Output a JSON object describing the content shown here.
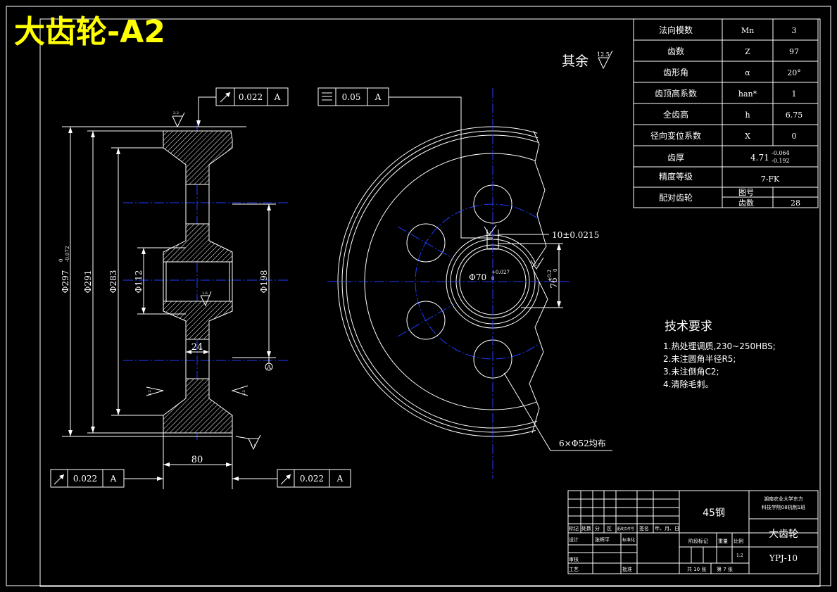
{
  "title": "大齿轮-A2",
  "colors": {
    "background": "#000000",
    "line": "#ffffff",
    "center_line": "#1f3cff",
    "title": "#ffff00"
  },
  "surface_finish_other": {
    "label": "其余",
    "value": "12.5"
  },
  "gear_params": [
    {
      "name": "法向模数",
      "symbol": "Mn",
      "value": "3"
    },
    {
      "name": "齿数",
      "symbol": "Z",
      "value": "97"
    },
    {
      "name": "齿形角",
      "symbol": "α",
      "value": "20°"
    },
    {
      "name": "齿顶高系数",
      "symbol": "han*",
      "value": "1"
    },
    {
      "name": "全齿高",
      "symbol": "h",
      "value": "6.75"
    },
    {
      "name": "径向变位系数",
      "symbol": "X",
      "value": "0"
    }
  ],
  "tooth_thickness": {
    "name": "齿厚",
    "value": "4.71",
    "upper": "-0.064",
    "lower": "-0.192"
  },
  "precision": {
    "name": "精度等级",
    "value": "7-FK"
  },
  "mating": {
    "name": "配对齿轮",
    "rows": [
      {
        "label": "图号",
        "value": ""
      },
      {
        "label": "齿数",
        "value": "28"
      }
    ]
  },
  "tolerances": {
    "runout_top": {
      "value": "0.022",
      "datum": "A"
    },
    "parallel": {
      "value": "0.05",
      "datum": "A"
    },
    "runout_left": {
      "value": "0.022",
      "datum": "A"
    },
    "runout_right": {
      "value": "0.022",
      "datum": "A"
    }
  },
  "side_dims": {
    "d297": "Φ297",
    "d297_upper": "0",
    "d297_lower": "-0.072",
    "d291": "Φ291",
    "d283": "Φ283",
    "d112": "Φ112",
    "d198": "Φ198",
    "web": "24",
    "width": "80",
    "datum": "A",
    "rough_top": "3.2",
    "rough_bore": "1.6",
    "rough_left": "3.2",
    "rough_right": "3.2",
    "rough_bottom": "1.6"
  },
  "front_dims": {
    "keyway": "10±0.0215",
    "bore": "Φ70",
    "bore_upper": "+0.027",
    "bore_lower": "0",
    "keydepth": "76",
    "keydepth_tol": "+0.2",
    "keydepth_tol_lower": "0",
    "holes": "6×Φ52均布",
    "rough_key": "3.2"
  },
  "tech_req": {
    "heading": "技术要求",
    "items": [
      "1.热处理调质,230~250HBS;",
      "2.未注圆角半径R5;",
      "3.未注倒角C2;",
      "4.清除毛刺。"
    ]
  },
  "title_block": {
    "material": "45钢",
    "org": [
      "湖南农业大学东方",
      "科技学院08机制1班"
    ],
    "part_name": "大齿轮",
    "drawing_no": "YPJ-10",
    "row_labels": [
      "标记",
      "处数",
      "分",
      "区",
      "更改文件号",
      "签名",
      "年、月、日"
    ],
    "design_label": "设计",
    "designer": "张辉平",
    "std_label": "标准化",
    "stage_label": "阶段标记",
    "weight_label": "重量",
    "scale_label": "比例",
    "scale": "1:2",
    "check_label": "审核",
    "process_label": "工艺",
    "approve_label": "批准",
    "sheets": "共 10 张",
    "sheet": "第 7 张"
  }
}
